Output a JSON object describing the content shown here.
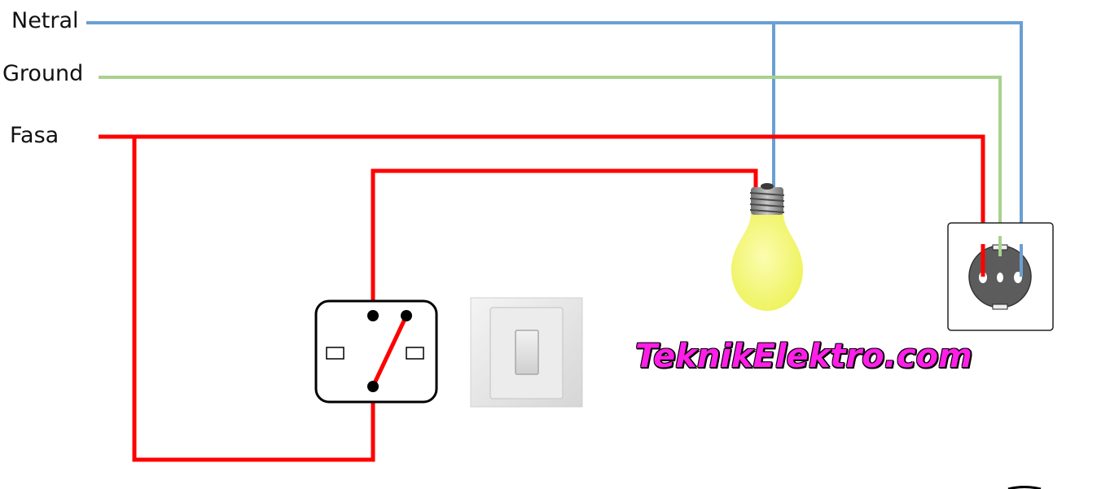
{
  "labels": {
    "netral": "Netral",
    "ground": "Ground",
    "fasa": "Fasa"
  },
  "watermark": {
    "text": "TeknikElektro.com",
    "color": "#ff1ee8"
  },
  "colors": {
    "netral_wire": "#6a9fd4",
    "ground_wire": "#a9d18e",
    "fasa_wire": "#ff0000",
    "bulb_glass": "#f6f97a",
    "bulb_base": "#9a9a9a",
    "socket_face": "#5c5c5c",
    "switch_plate": "#e9e9e9"
  },
  "components": {
    "switch_symbol": "single-pole-switch",
    "switch_photo": "wall-switch",
    "lamp": "light-bulb",
    "outlet": "power-outlet-with-ground"
  }
}
